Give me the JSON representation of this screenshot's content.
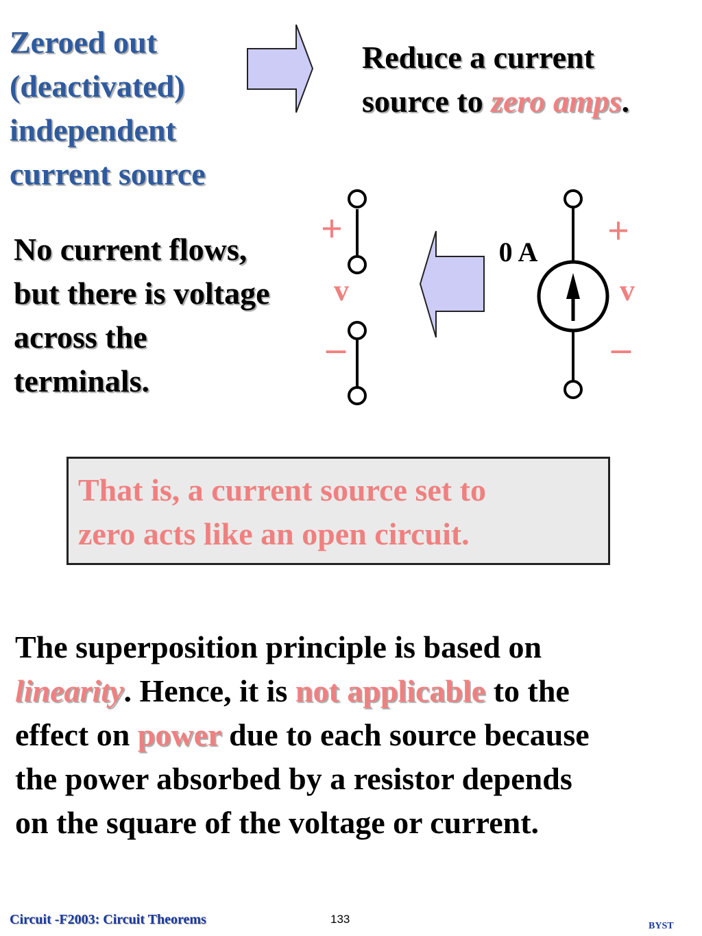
{
  "title": {
    "lines": [
      "Zeroed out",
      "(deactivated)",
      "independent",
      "current source"
    ]
  },
  "reduce": {
    "line1": "Reduce a current",
    "line2_prefix": "source to ",
    "line2_emph": "zero amps",
    "line2_suffix": "."
  },
  "nocurrent": {
    "lines": [
      "No current flows,",
      "but there is voltage",
      "across the",
      "terminals."
    ]
  },
  "circuit_open": {
    "plus": "+",
    "v": "v",
    "minus": "–"
  },
  "circuit_source": {
    "current": "0 A",
    "plus": "+",
    "v": "v",
    "minus": "–"
  },
  "callout": {
    "line1": "That is, a current source set to",
    "line2": "zero acts like an open circuit."
  },
  "paragraph": {
    "s1": "The superposition principle is based on",
    "s2_emph": "linearity",
    "s2_mid": ".  Hence, it is ",
    "s2_hl": "not applicable",
    "s2_end": " to the",
    "s3_start": "effect on ",
    "s3_hl": "power",
    "s3_end": " due to each source because",
    "s4": "the power absorbed by a resistor depends",
    "s5": "on the square of the voltage or current."
  },
  "footer": {
    "left": "Circuit -F2003: Circuit Theorems",
    "page": "133",
    "right": "BYST"
  },
  "colors": {
    "title_blue": "#2e5a9e",
    "accent_pink": "#f08080",
    "arrow_fill": "#ccccf7",
    "callout_bg": "#eaeaea"
  }
}
